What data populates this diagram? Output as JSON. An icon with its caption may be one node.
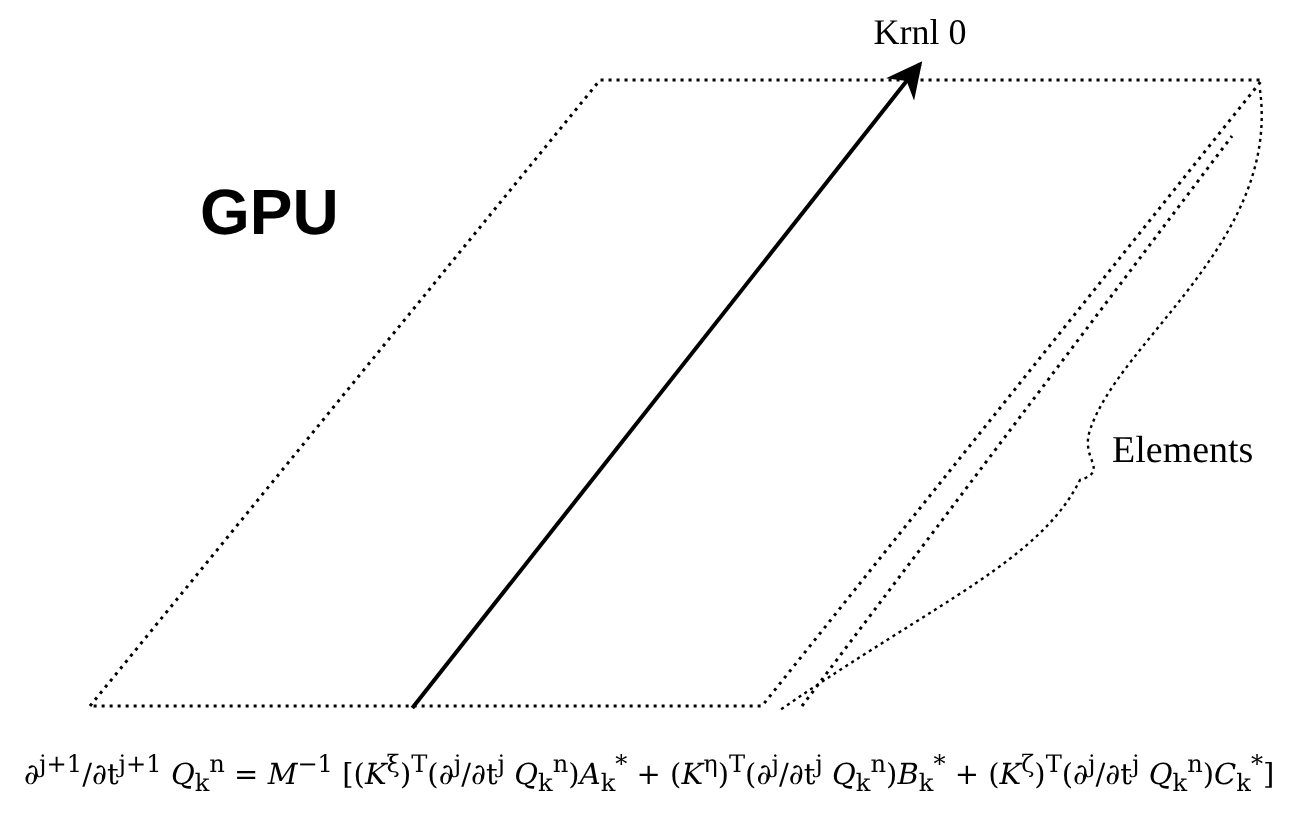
{
  "diagram": {
    "nodes": [
      {
        "text": [],
        "shape": "parallelogram"
      },
      {
        "text": [
          "Krnl 0"
        ]
      }
    ],
    "edges": [
      {
        "from": 0,
        "to": 1,
        "arrow": "to"
      }
    ],
    "labels": [
      "GPU",
      "Elements",
      "∂$^{j+1}$/∂t$^{j+1}$ *Q*$_{k}$$^{n}$ = *M*$^{−1}$ [(*K*$^{ξ}$)$^{T}$(∂$^{j}$/∂t$^{j}$ *Q*$_{k}$$^{n}$)*A*$_{k}$$^{*}$ + (*K*$^{η}$)$^{T}$(∂$^{j}$/∂t$^{j}$ *Q*$_{k}$$^{n}$)*B*$_{k}$$^{*}$ + (*K*$^{ζ}$)$^{T}$(∂$^{j}$/∂t$^{j}$ *Q*$_{k}$$^{n}$)*C*$_{k}$$^{*}$]"
    ]
  }
}
